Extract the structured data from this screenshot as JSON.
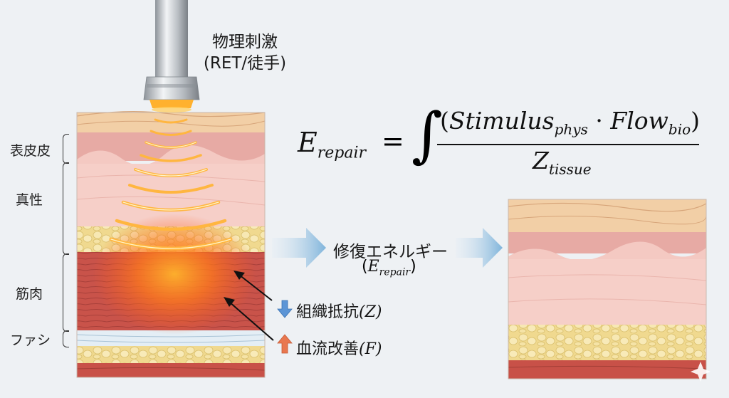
{
  "device": {
    "label_line1": "物理刺激",
    "label_line2": "(RET/徒手)"
  },
  "layers": {
    "epidermis": "表皮皮",
    "dermis": "真性",
    "muscle": "筋肉",
    "fascia": "ファシ"
  },
  "formula": {
    "lhs_main": "E",
    "lhs_sub": "repair",
    "equals": "=",
    "integral": "∫",
    "num_open": "(",
    "num_term1": "Stimulus",
    "num_term1_sub": "phys",
    "num_dot": "·",
    "num_term2": "Flow",
    "num_term2_sub": "bio",
    "num_close": ")",
    "den_main": "Z",
    "den_sub": "tissue"
  },
  "center": {
    "energy_label": "修復エネルギー",
    "energy_symbol_open": "(",
    "energy_symbol": "E",
    "energy_symbol_sub": "repair",
    "energy_symbol_close": ")",
    "resistance_label": "組織抵抗",
    "resistance_symbol": "(Z)",
    "flow_label": "血流改善",
    "flow_symbol": "(F)"
  },
  "colors": {
    "arrow_blue": "#8fbfe0",
    "arrow_down": "#5c95d6",
    "arrow_up": "#e9774f",
    "epidermis": "#f2c9a4",
    "dermis": "#f4c7c1",
    "fat": "#f3e1a0",
    "muscle": "#d05a4e",
    "heat": "#ff8a1e"
  }
}
